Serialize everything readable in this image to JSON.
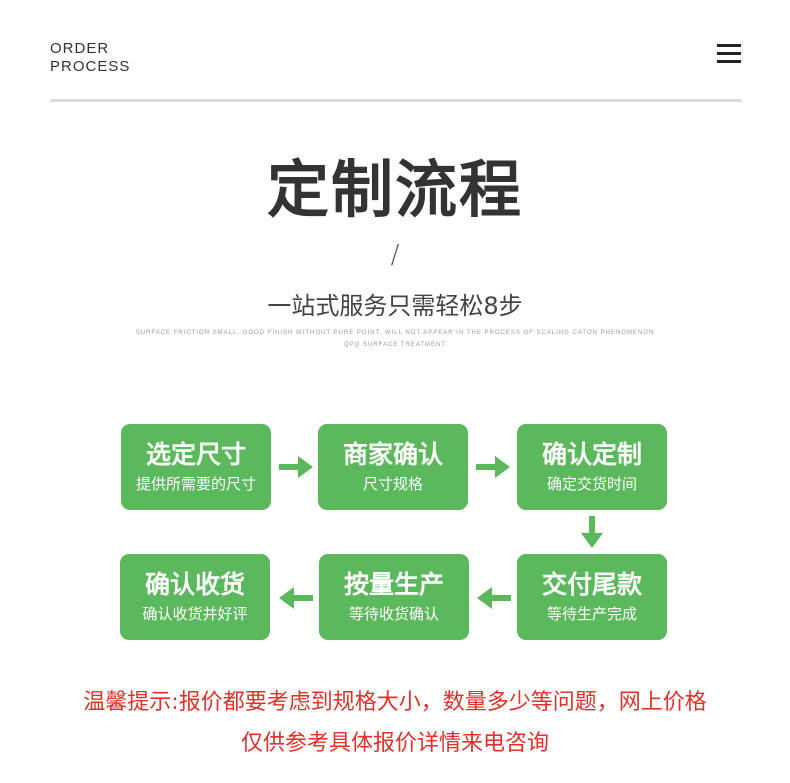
{
  "header": {
    "label_line1": "ORDER",
    "label_line2": "PROCESS",
    "menu_icon": "hamburger-menu-icon"
  },
  "hero": {
    "title": "定制流程",
    "separator": "/",
    "subtitle": "一站式服务只需轻松8步",
    "fine_print_line1": "SURFACE FRICTION SMALL, GOOD FINISH WITHOUT PURE POINT, WILL NOT APPEAR IN THE PROCESS OF SCALING CATON PHENOMENON",
    "fine_print_line2": "QPQ SURFACE TREATMENT"
  },
  "steps": [
    {
      "title": "选定尺寸",
      "desc": "提供所需要的尺寸"
    },
    {
      "title": "商家确认",
      "desc": "尺寸规格"
    },
    {
      "title": "确认定制",
      "desc": "确定交货时间"
    },
    {
      "title": "交付尾款",
      "desc": "等待生产完成"
    },
    {
      "title": "按量生产",
      "desc": "等待收货确认"
    },
    {
      "title": "确认收货",
      "desc": "确认收货并好评"
    }
  ],
  "colors": {
    "step_green": "#5cb85c",
    "notice_red": "#e0312a",
    "title_dark": "#333333"
  },
  "notice": {
    "line1": "温馨提示:报价都要考虑到规格大小，数量多少等问题，网上价格",
    "line2": "仅供参考具体报价详情来电咨询"
  }
}
